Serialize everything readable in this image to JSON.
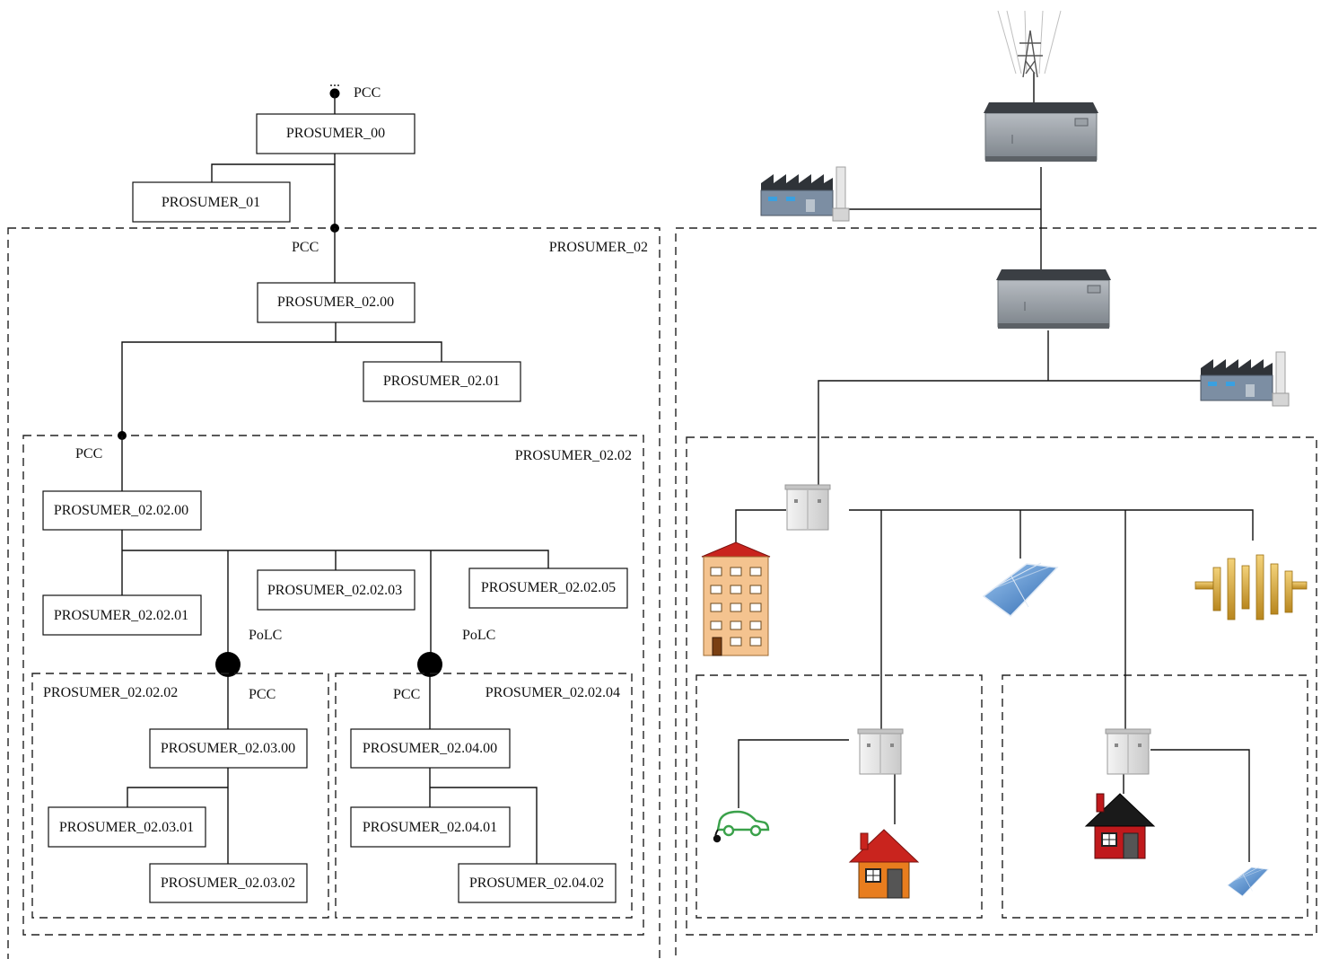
{
  "tree": {
    "top_dots": "...",
    "pcc_label": "PCC",
    "polc_label": "PoLC",
    "prosumer_00": "PROSUMER_00",
    "prosumer_01": "PROSUMER_01",
    "prosumer_02": "PROSUMER_02",
    "prosumer_02_00": "PROSUMER_02.00",
    "prosumer_02_01": "PROSUMER_02.01",
    "prosumer_02_02": "PROSUMER_02.02",
    "prosumer_02_02_00": "PROSUMER_02.02.00",
    "prosumer_02_02_01": "PROSUMER_02.02.01",
    "prosumer_02_02_02": "PROSUMER_02.02.02",
    "prosumer_02_02_03": "PROSUMER_02.02.03",
    "prosumer_02_02_04": "PROSUMER_02.02.04",
    "prosumer_02_02_05": "PROSUMER_02.02.05",
    "prosumer_02_03_00": "PROSUMER_02.03.00",
    "prosumer_02_03_01": "PROSUMER_02.03.01",
    "prosumer_02_03_02": "PROSUMER_02.03.02",
    "prosumer_02_04_00": "PROSUMER_02.04.00",
    "prosumer_02_04_01": "PROSUMER_02.04.01",
    "prosumer_02_04_02": "PROSUMER_02.04.02"
  },
  "grid_icons": {
    "tower": "transmission-tower-icon",
    "substation": "substation-icon",
    "factory": "factory-icon",
    "cabinet": "distribution-cabinet-icon",
    "apartment": "apartment-building-icon",
    "solar": "solar-panel-icon",
    "battery": "battery-storage-icon",
    "ev": "electric-car-icon",
    "house": "house-icon"
  },
  "colors": {
    "line": "#111111",
    "house_orange": "#e87d1e",
    "house_red": "#c0191c",
    "roof_red": "#c9241e",
    "roof_black": "#1a1a1a",
    "building_peach": "#f4c38f",
    "solar_blue": "#4a86c8",
    "battery_gold": "#e0b23a",
    "ev_green": "#3aa14a",
    "substation_grey": "#8e949b"
  }
}
